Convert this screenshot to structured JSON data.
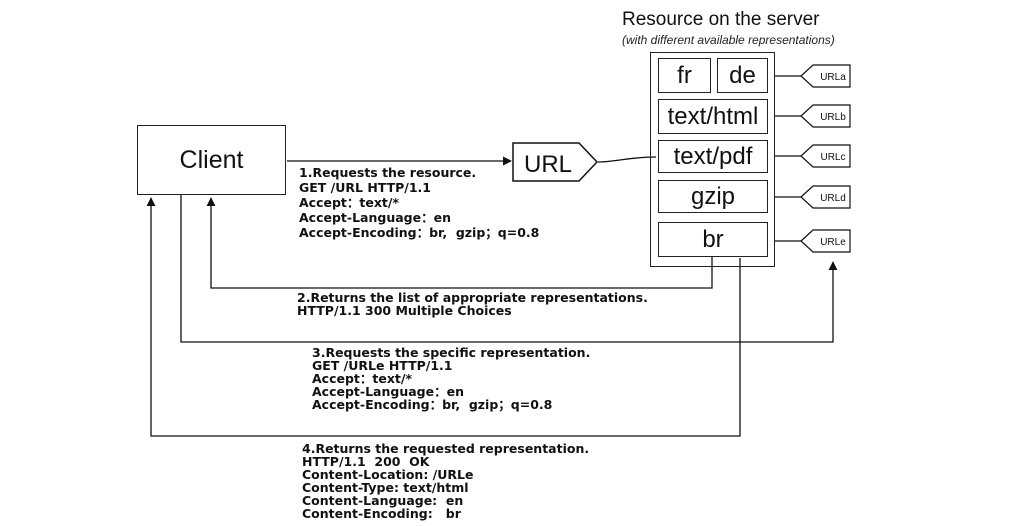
{
  "server": {
    "title": "Resource on the server",
    "subtitle": "(with different available representations)",
    "representations": [
      "fr",
      "de",
      "text/html",
      "text/pdf",
      "gzip",
      "br"
    ],
    "url_tags": [
      "URLa",
      "URLb",
      "URLc",
      "URLd",
      "URLe"
    ]
  },
  "client": {
    "label": "Client"
  },
  "url_node": {
    "label": "URL"
  },
  "steps": [
    {
      "title": "1.Requests the resource.",
      "lines": [
        "GET /URL HTTP/1.1",
        "Accept：text/*",
        "Accept-Language：en",
        "Accept-Encoding：br,  gzip；q=0.8"
      ]
    },
    {
      "title": "2.Returns the list of appropriate representations.",
      "lines": [
        "HTTP/1.1 300 Multiple Choices"
      ]
    },
    {
      "title": "3.Requests the specific representation.",
      "lines": [
        "GET /URLe HTTP/1.1",
        "Accept：text/*",
        "Accept-Language：en",
        "Accept-Encoding：br,  gzip；q=0.8"
      ]
    },
    {
      "title": "4.Returns the requested representation.",
      "lines": [
        "HTTP/1.1  200  OK",
        "Content-Location: /URLe",
        "Content-Type: text/html",
        "Content-Language:  en",
        "Content-Encoding:   br"
      ]
    }
  ]
}
